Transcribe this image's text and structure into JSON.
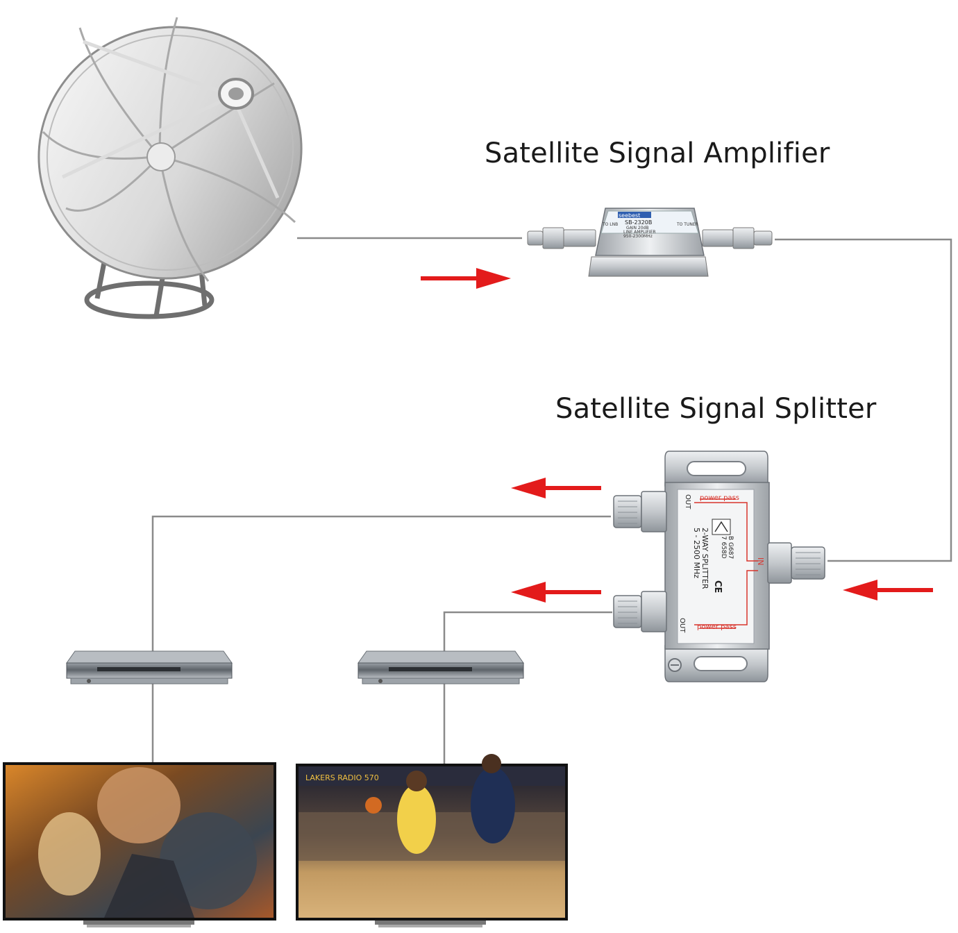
{
  "labels": {
    "amplifier_title": "Satellite Signal Amplifier",
    "splitter_title": "Satellite Signal Splitter"
  },
  "amplifier": {
    "brand": "seebest",
    "model": "SB-2320B",
    "line1": "GAIN 20dB",
    "line2": "LINE AMPLIFIER",
    "line3": "950-2300MHz",
    "port_left": "TO LNB",
    "port_right": "TO TUNER"
  },
  "splitter": {
    "top_band": "power pass",
    "bottom_band": "power pass",
    "out_top": "OUT",
    "out_bottom": "OUT",
    "in": "IN",
    "name": "2-WAY SPLITTER",
    "freq": "5 - 2500 MHz",
    "code1": "B G687",
    "code2": "7 658D",
    "ce": "CE"
  },
  "tv_right": {
    "banner": "LAKERS RADIO 570"
  },
  "colors": {
    "cable": "#8a8a8a",
    "arrow": "#e31b1b",
    "metal": "#c9ccd0",
    "label_text": "#1a1a1a"
  }
}
